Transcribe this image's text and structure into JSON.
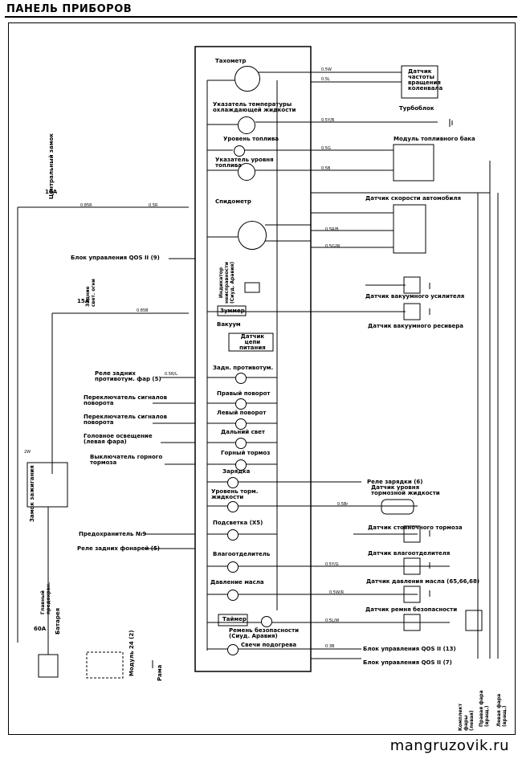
{
  "title": "ПАНЕЛЬ ПРИБОРОВ",
  "watermark": "mangruzovik.ru",
  "gauges": {
    "tachometer": "Тахометр",
    "coolant_temp": "Указатель температуры\nохлаждающей жидкости",
    "fuel_level": "Уровень топлива",
    "fuel_indicator": "Указатель уровня\nтоплива",
    "speedometer": "Спидометр"
  },
  "panel_items": {
    "buzzer": "Зуммер",
    "vacuum": "Вакуум",
    "circuit_sensor": "Датчик\nцепи\nпитания",
    "rear_fog": "Задн. противотум.",
    "right_turn": "Правый поворот",
    "left_turn": "Левый поворот",
    "high_beam": "Дальний свет",
    "mountain_brake": "Горный тормоз",
    "charge": "Зарядка",
    "brake_fluid": "Уровень торм.\nжидкости",
    "backlight": "Подсветка (Х5)",
    "water_separator": "Влагоотделитель",
    "oil_pressure": "Давление масла",
    "timer": "Таймер",
    "seat_belt": "Ремень безопасности\n(Сиуд. Аравия)",
    "glow_plugs": "Свечи подогрева",
    "vertical_note": "Индикатор\nнеисправности\n(Сиуд. Аравия)"
  },
  "right_labels": {
    "tach_sensor": "Датчик\nчастоты\nвращения\nколенвала",
    "turbo": "Турбоблок",
    "fuel_module": "Модуль топливного бака",
    "speed_sensor": "Датчик скорости автомобиля",
    "vac_booster": "Датчик вакуумного усилителя",
    "vac_receiver": "Датчик вакуумного ресивера",
    "charge_relay": "Реле зарядки (6)",
    "brake_fluid_sensor": "Датчик уровня\nтормозной жидкости",
    "parking_brake": "Датчик стояночного тормоза",
    "water_sep_sensor": "Датчик влагоотделителя",
    "oil_sensor": "Датчик давления масла (65,66,68)",
    "belt_sensor": "Датчик ремня безопасности",
    "qos_13": "Блок управления QOS II (13)",
    "qos_7": "Блок управления QOS II (7)"
  },
  "left_labels": {
    "qos_9": "Блок управления QOS II (9)",
    "rear_fog_relay": "Реле задних\nпротивотум. фар (5)",
    "turn_switch_1": "Переключатель сигналов\nповорота",
    "turn_switch_2": "Переключатель сигналов\nповорота",
    "headlights": "Головное освещение\n(левая фара)",
    "mountain_switch": "Выключатель горного\nтормоза",
    "fuse_n9": "Предохранитель №9",
    "rear_lamp_relay": "Реле задних фонарей (5)",
    "central_lock": "Центральный замок",
    "ignition_switch": "Замок зажигания",
    "battery": "Батарея",
    "ground": "Рама",
    "fuse_60a": "60A",
    "fuse_10a": "10A",
    "fuse_15a": "15A",
    "main_fuse": "Главный\nпредохран.",
    "gauge_fuse": "Задние\nсвет. огни",
    "relay_box": "Модуль 24 (2)"
  },
  "bottom_labels": {
    "b1": "Комплект\nфары\n(левая)",
    "b2": "Правая фара\n(вращ.)",
    "b3": "Левая фара\n(вращ.)"
  },
  "wire_codes": [
    "0.85R",
    "0.5R",
    "0.5W",
    "0.5L",
    "0.5Y/B",
    "0.5G",
    "0.5B",
    "0.85B",
    "0.5R/B",
    "0.5G/W",
    "0.5Y/G",
    "0.5W/R",
    "0.5L/W",
    "0.3B",
    "2W",
    "0.5Br",
    "0.5R/L"
  ]
}
